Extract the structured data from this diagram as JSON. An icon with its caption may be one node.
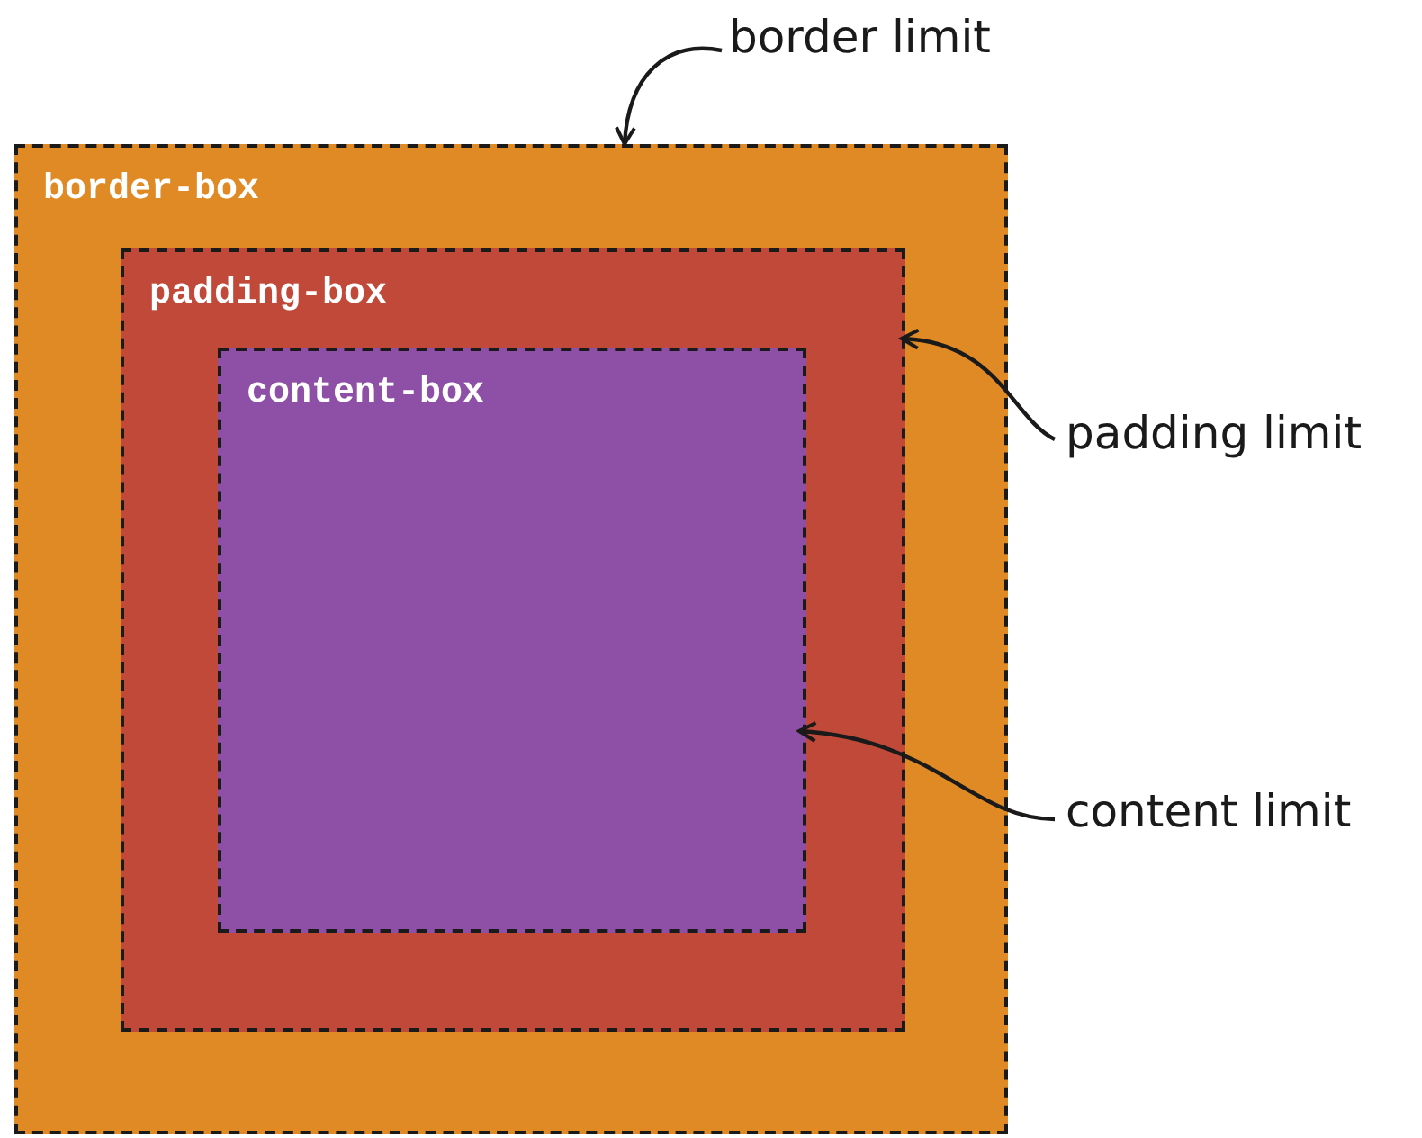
{
  "diagram": {
    "nodes": [
      {
        "text": [
          "border-box"
        ]
      },
      {
        "text": [
          "padding-box"
        ],
        "in": 0
      },
      {
        "text": [
          "content-box"
        ],
        "in": 1
      },
      {
        "text": [
          "border limit"
        ]
      },
      {
        "text": [
          "padding limit"
        ]
      },
      {
        "text": [
          "content limit"
        ]
      }
    ],
    "edges": [
      {
        "from": 3,
        "to": 0,
        "arrow": "to"
      },
      {
        "from": 4,
        "to": 1,
        "arrow": "to"
      },
      {
        "from": 5,
        "to": 2,
        "arrow": "to"
      }
    ]
  }
}
